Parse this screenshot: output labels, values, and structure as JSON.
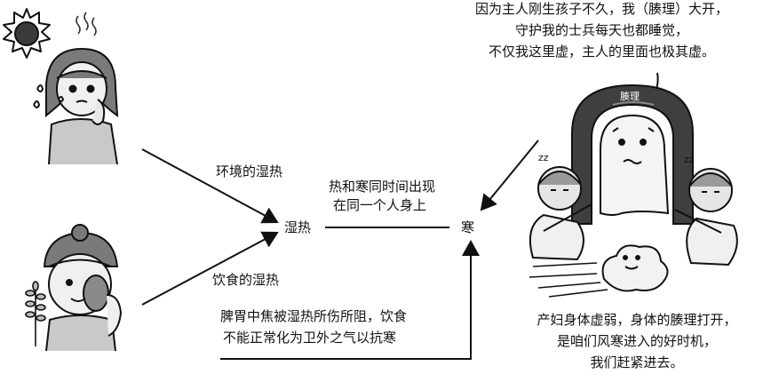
{
  "labels": {
    "env_damp_heat": "环境的湿热",
    "diet_damp_heat": "饮食的湿热",
    "damp_heat": "湿热",
    "cold": "寒",
    "heat_cold_line1": "热和寒同时间出现",
    "heat_cold_line2": "在同一个人身上",
    "spleen_line1": "脾胃中焦被湿热所伤所阻，饮食",
    "spleen_line2": "不能正常化为卫外之气以抗寒",
    "cou_li": "腠理"
  },
  "top_speech": [
    "因为主人刚生孩子不久，我（腠理）大开，",
    "守护我的士兵每天也都睡觉，",
    "不仅我这里虚，主人的里面也极其虚。"
  ],
  "bottom_speech": [
    "产妇身体虚弱，身体的腠理打开，",
    "是咱们风寒进入的好时机，",
    "我们赶紧进去。"
  ],
  "sleep_marks": [
    "zz",
    "zz"
  ]
}
